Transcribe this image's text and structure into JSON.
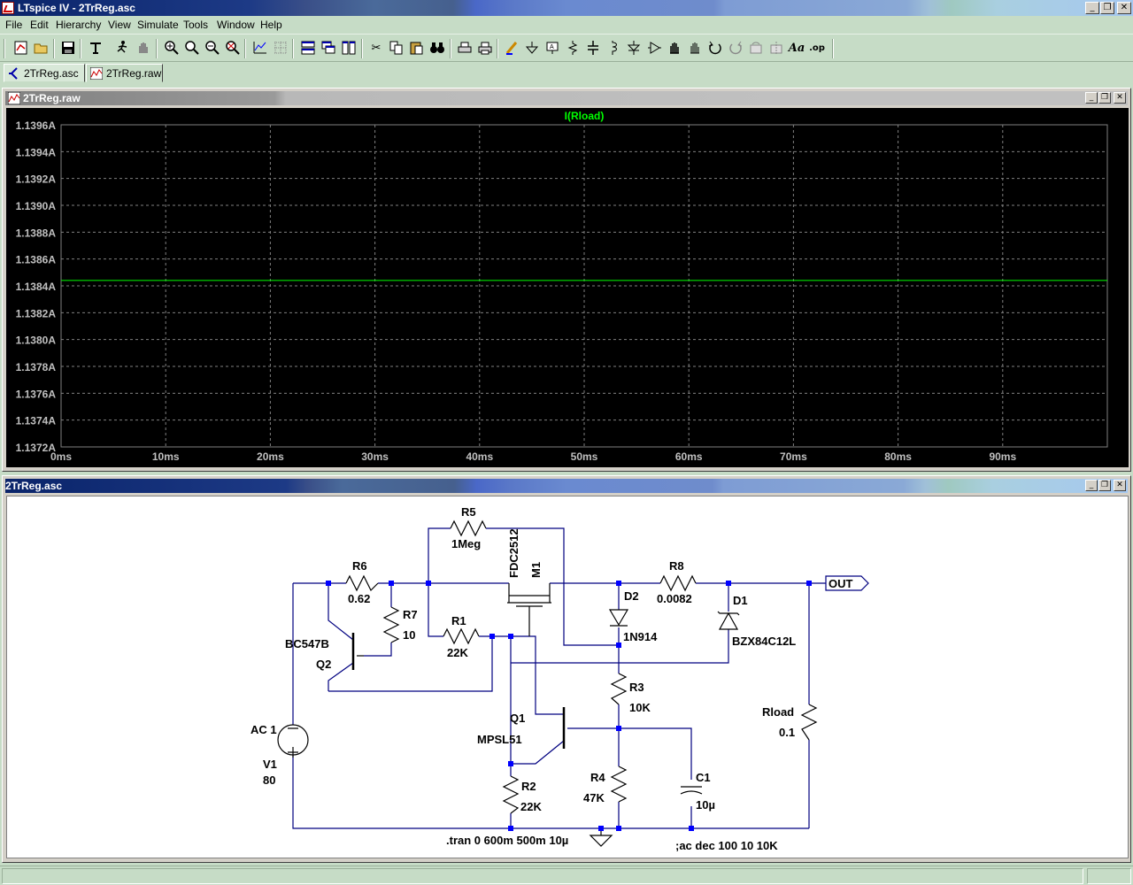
{
  "app": {
    "title": "LTspice IV - 2TrReg.asc"
  },
  "menu": [
    "File",
    "Edit",
    "Hierarchy",
    "View",
    "Simulate",
    "Tools",
    "Window",
    "Help"
  ],
  "toolbar": {
    "buttons": [
      "new-schematic",
      "open",
      "save",
      "control-panel",
      "run",
      "halt",
      "zoom-in",
      "pan",
      "zoom-out",
      "zoom-fit",
      "autorange",
      "grid",
      "tile-horizontal",
      "cascade",
      "tile-vertical",
      "cut",
      "copy",
      "paste",
      "find",
      "print-setup",
      "print",
      "draw-wire",
      "ground",
      "label-net",
      "resistor",
      "capacitor",
      "inductor",
      "diode",
      "component",
      "move",
      "drag",
      "undo",
      "redo",
      "rotate",
      "mirror",
      "text",
      "spice-directive"
    ]
  },
  "tabs": [
    {
      "label": "2TrReg.asc",
      "icon": "schematic-icon"
    },
    {
      "label": "2TrReg.raw",
      "icon": "waveform-icon"
    }
  ],
  "waveform_window": {
    "title": "2TrReg.raw"
  },
  "schematic_window": {
    "title": "2TrReg.asc"
  },
  "chart_data": {
    "type": "line",
    "title": "I(Rload)",
    "series": [
      {
        "name": "I(Rload)",
        "color": "#00ff00",
        "x": [
          0,
          100
        ],
        "y": [
          1.13844,
          1.13844
        ]
      }
    ],
    "xlabel": "",
    "ylabel": "",
    "x_ticks": [
      "0ms",
      "10ms",
      "20ms",
      "30ms",
      "40ms",
      "50ms",
      "60ms",
      "70ms",
      "80ms",
      "90ms"
    ],
    "x_tick_values": [
      0,
      10,
      20,
      30,
      40,
      50,
      60,
      70,
      80,
      90
    ],
    "xlim": [
      0,
      100
    ],
    "y_ticks": [
      "1.1396A",
      "1.1394A",
      "1.1392A",
      "1.1390A",
      "1.1388A",
      "1.1386A",
      "1.1384A",
      "1.1382A",
      "1.1380A",
      "1.1378A",
      "1.1376A",
      "1.1374A",
      "1.1372A"
    ],
    "y_tick_values": [
      1.1396,
      1.1394,
      1.1392,
      1.139,
      1.1388,
      1.1386,
      1.1384,
      1.1382,
      1.138,
      1.1378,
      1.1376,
      1.1374,
      1.1372
    ],
    "ylim": [
      1.1372,
      1.1396
    ],
    "grid": true,
    "background": "#000000",
    "grid_color": "#808080",
    "axis_text_color": "#c0c0c0"
  },
  "schematic": {
    "components": {
      "R5": {
        "ref": "R5",
        "value": "1Meg"
      },
      "R6": {
        "ref": "R6",
        "value": "0.62"
      },
      "R7": {
        "ref": "R7",
        "value": "10"
      },
      "R1": {
        "ref": "R1",
        "value": "22K"
      },
      "R8": {
        "ref": "R8",
        "value": "0.0082"
      },
      "R3": {
        "ref": "R3",
        "value": "10K"
      },
      "R4": {
        "ref": "R4",
        "value": "47K"
      },
      "R2": {
        "ref": "R2",
        "value": "22K"
      },
      "Rload": {
        "ref": "Rload",
        "value": "0.1"
      },
      "M1": {
        "ref": "M1",
        "value": "FDC2512"
      },
      "D2": {
        "ref": "D2",
        "value": "1N914"
      },
      "D1": {
        "ref": "D1",
        "value": "BZX84C12L"
      },
      "Q2": {
        "ref": "Q2",
        "value": "BC547B"
      },
      "Q1": {
        "ref": "Q1",
        "value": "MPSL51"
      },
      "V1": {
        "ref": "V1",
        "value": "80",
        "ac": "AC 1"
      },
      "C1": {
        "ref": "C1",
        "value": "10µ"
      }
    },
    "net_label": "OUT",
    "directives": {
      "tran": ".tran 0 600m 500m 10µ",
      "ac": ";ac dec 100 10 10K"
    },
    "wire_color": "#000080",
    "component_color": "#000000",
    "junction_color": "#0000ff"
  }
}
